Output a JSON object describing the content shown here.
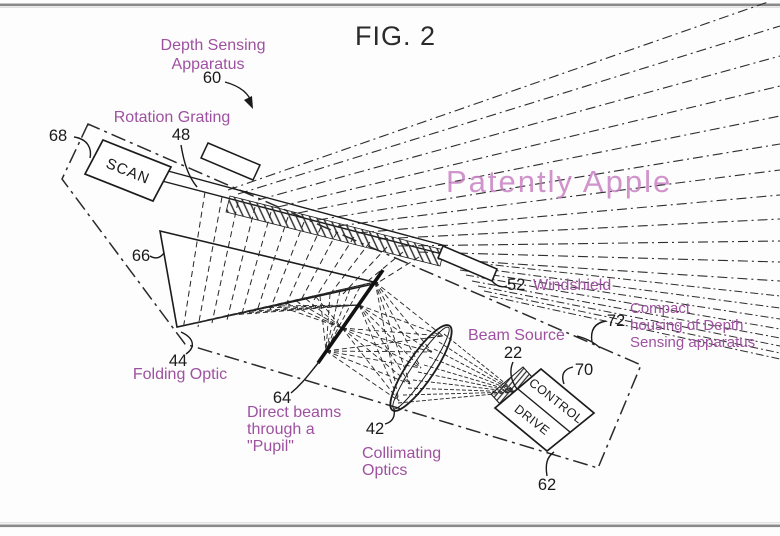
{
  "figure": {
    "title": "FIG. 2"
  },
  "watermark": "Patently Apple",
  "colors": {
    "label_purple": "#9e51a0",
    "watermark_pink": "#c981c4",
    "line_black": "#1c1c1c",
    "border_gray": "#8a8a8a",
    "background": "#fdfdfd"
  },
  "labels": {
    "depth_sensing_line1": "Depth Sensing",
    "depth_sensing_line2": "Apparatus",
    "rotation_grating": "Rotation Grating",
    "folding_optic": "Folding Optic",
    "direct_beams_line1": "Direct beams",
    "direct_beams_line2": "through a",
    "direct_beams_line3": "\"Pupil\"",
    "collimating_line1": "Collimating",
    "collimating_line2": "Optics",
    "beam_source": "Beam Source",
    "windshield": "Windshield",
    "compact_line1": "Compact",
    "compact_line2": "housing of Depth",
    "compact_line3": "Sensing apparatus",
    "scan": "SCAN",
    "control": "CONTROL",
    "drive": "DRIVE"
  },
  "refs": {
    "apparatus": "60",
    "scanner": "68",
    "grating": "48",
    "fold_mirror": "66",
    "folding_optic": "44",
    "pupil": "64",
    "collimating": "42",
    "beam_source": "22",
    "windshield": "52",
    "housing": "72",
    "control_drive": "70",
    "drive_unit": "62"
  }
}
